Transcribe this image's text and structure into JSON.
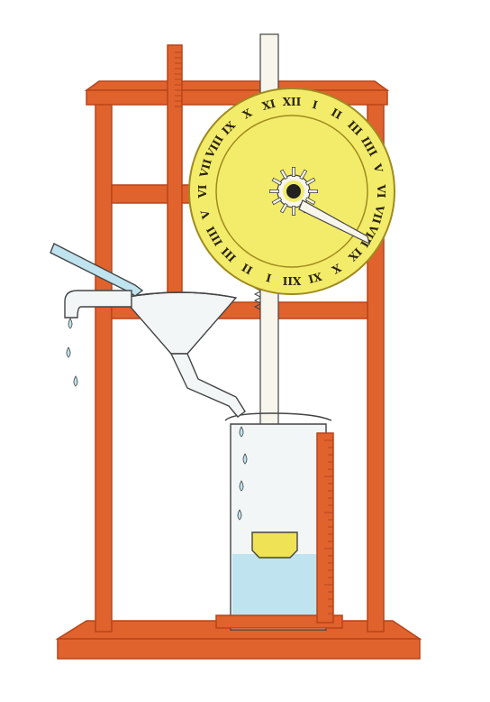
{
  "colors": {
    "frame": "#e0622d",
    "frame_dark": "#b8451a",
    "dial": "#f3ec6a",
    "dial_edge": "#a08a20",
    "numeral": "#2a2310",
    "rod": "#f7f5ec",
    "water": "#bfe3ef",
    "glass": "#f2f6f7",
    "float": "#efe254",
    "outline": "#444444"
  },
  "dial": {
    "numerals": [
      "XII",
      "I",
      "II",
      "III",
      "IIII",
      "V",
      "VI",
      "VII",
      "VIII",
      "IX",
      "X",
      "XI",
      "XII",
      "I",
      "II",
      "III",
      "IIII",
      "V",
      "VI",
      "VII",
      "VIII",
      "IX",
      "X",
      "XI"
    ]
  },
  "icons": {
    "frame": "wooden-frame",
    "dial": "clock-dial-icon",
    "hand": "clock-hand-icon",
    "gear": "pinion-gear-icon",
    "rack": "rack-rod-icon",
    "float": "float-icon",
    "cylinder": "measuring-cylinder-icon",
    "funnel": "funnel-icon",
    "pipe": "inflow-pipe-icon",
    "drops": "water-drop-icon"
  }
}
